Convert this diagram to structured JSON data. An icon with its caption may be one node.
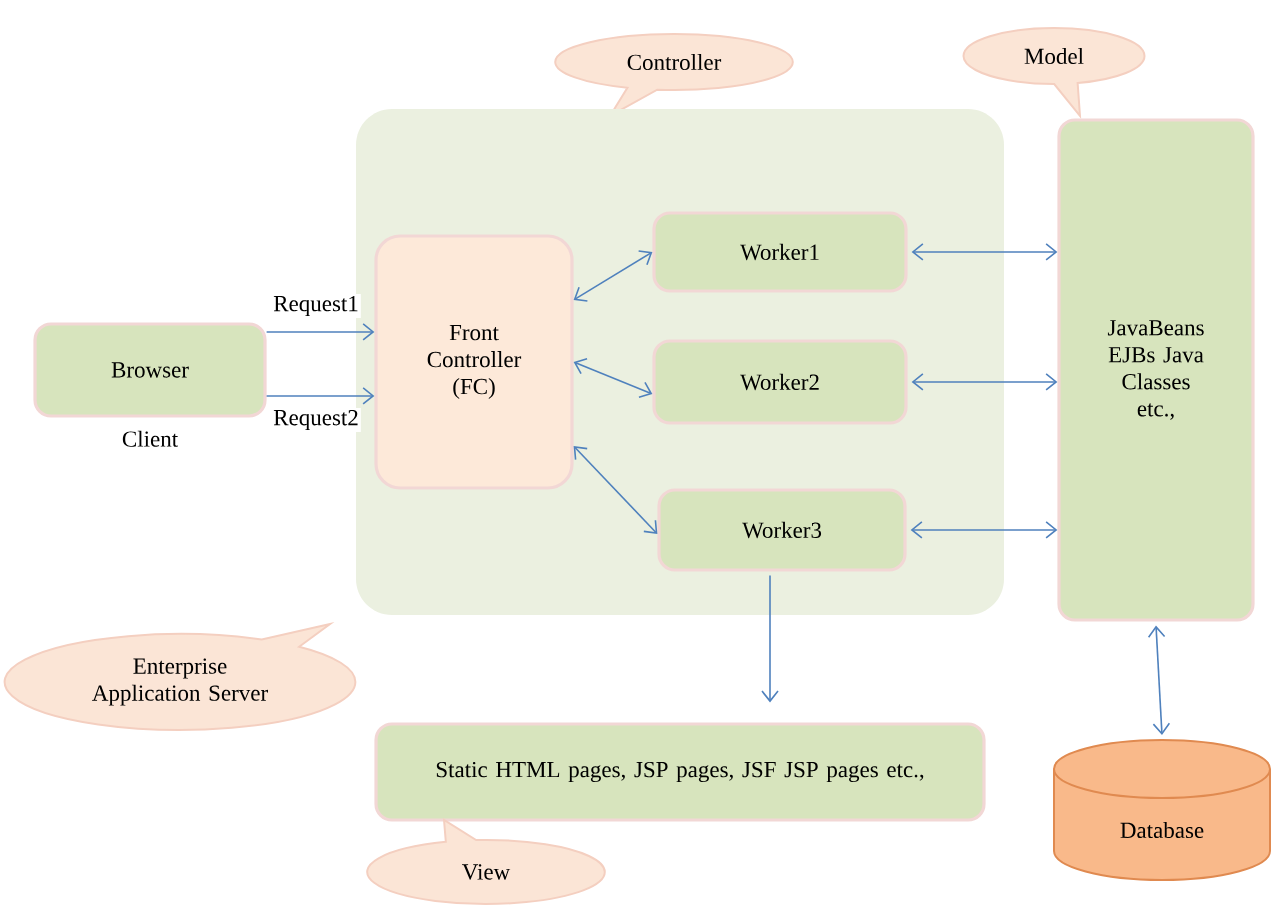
{
  "diagram": {
    "nodes": [
      {
        "text": [
          "Controller"
        ]
      },
      {
        "text": [
          "Model"
        ]
      },
      {
        "text": [],
        "shape": "box"
      },
      {
        "text": [
          "Browser"
        ],
        "beside": [
          "Client"
        ]
      },
      {
        "text": [
          "Front Controller (FC)"
        ],
        "in": 2
      },
      {
        "text": [
          "Worker1"
        ],
        "in": 2
      },
      {
        "text": [
          "Worker2"
        ],
        "in": 2
      },
      {
        "text": [
          "Worker3"
        ],
        "in": 2
      },
      {
        "text": [
          "JavaBeans EJBs Java Classes etc.,"
        ]
      },
      {
        "text": [
          "Enterprise Application Server"
        ]
      },
      {
        "text": [
          "Static HTML pages, JSP pages, JSF JSP pages etc.,"
        ]
      },
      {
        "text": [
          "View"
        ]
      },
      {
        "text": [
          "Database"
        ]
      }
    ],
    "edges": [
      {
        "from": 3,
        "to": 4,
        "arrow": "to",
        "label": "Request1"
      },
      {
        "from": 3,
        "to": 4,
        "arrow": "to",
        "label": "Request2"
      },
      {
        "from": 4,
        "to": 5,
        "arrow": "both"
      },
      {
        "from": 4,
        "to": 6,
        "arrow": "both"
      },
      {
        "from": 4,
        "to": 7,
        "arrow": "both"
      },
      {
        "from": 5,
        "to": 8,
        "arrow": "both"
      },
      {
        "from": 6,
        "to": 8,
        "arrow": "both"
      },
      {
        "from": 7,
        "to": 8,
        "arrow": "both"
      },
      {
        "from": 7,
        "to": 10,
        "arrow": "to"
      },
      {
        "from": 8,
        "to": 12,
        "arrow": "both"
      }
    ]
  }
}
